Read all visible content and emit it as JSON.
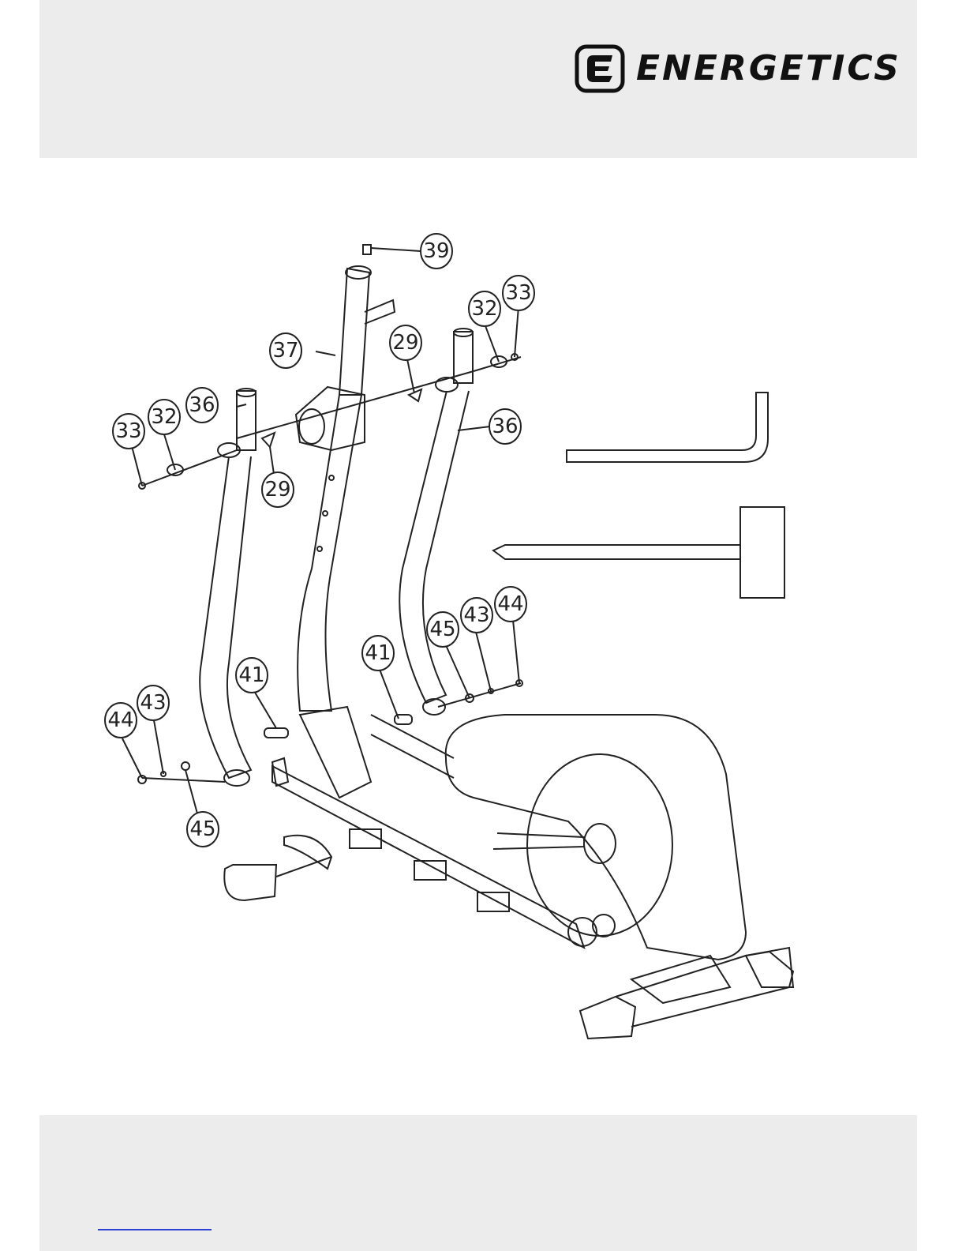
{
  "brand": {
    "name": "ENERGETICS"
  },
  "callouts": [
    {
      "id": "c39a",
      "label": "39"
    },
    {
      "id": "c33a",
      "label": "33"
    },
    {
      "id": "c32a",
      "label": "32"
    },
    {
      "id": "c37",
      "label": "37"
    },
    {
      "id": "c29a",
      "label": "29"
    },
    {
      "id": "c36a",
      "label": "36"
    },
    {
      "id": "c32b",
      "label": "32"
    },
    {
      "id": "c33b",
      "label": "33"
    },
    {
      "id": "c36b",
      "label": "36"
    },
    {
      "id": "c29b",
      "label": "29"
    },
    {
      "id": "c44a",
      "label": "44"
    },
    {
      "id": "c43a",
      "label": "43"
    },
    {
      "id": "c45a",
      "label": "45"
    },
    {
      "id": "c41a",
      "label": "41"
    },
    {
      "id": "c41b",
      "label": "41"
    },
    {
      "id": "c44b",
      "label": "44"
    },
    {
      "id": "c43b",
      "label": "43"
    },
    {
      "id": "c45b",
      "label": "45"
    }
  ],
  "tools": [
    {
      "icon": "allen-key-icon"
    },
    {
      "icon": "screwdriver-icon"
    }
  ]
}
